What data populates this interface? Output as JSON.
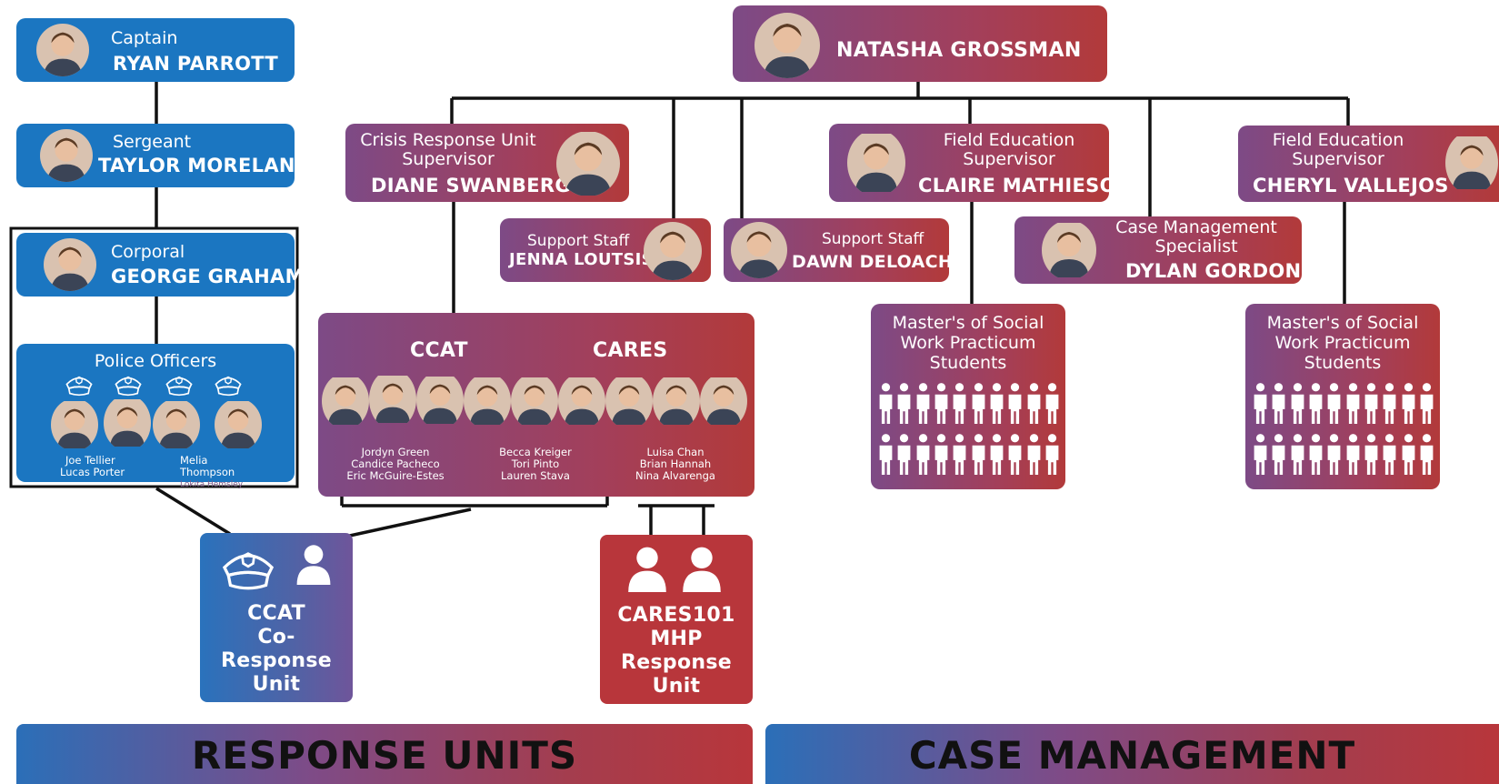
{
  "colors": {
    "blue": "#1b76c1",
    "purple": "#7d4a86",
    "red": "#b8363b"
  },
  "leaders": {
    "captain": {
      "role": "Captain",
      "name": "RYAN PARROTT"
    },
    "sergeant": {
      "role": "Sergeant",
      "name": "TAYLOR MORELAND"
    },
    "corporal": {
      "role": "Corporal",
      "name": "GEORGE GRAHAM"
    },
    "head": {
      "name": "NATASHA GROSSMAN"
    },
    "crisis": {
      "role": "Crisis Response Unit Supervisor",
      "name": "DIANE SWANBERG"
    },
    "field1": {
      "role": "Field Education Supervisor",
      "name": "CLAIRE MATHIESON"
    },
    "field2": {
      "role": "Field Education Supervisor",
      "name": "CHERYL VALLEJOS"
    },
    "support1": {
      "role": "Support Staff",
      "name": "JENNA LOUTSIS"
    },
    "support2": {
      "role": "Support Staff",
      "name": "DAWN DELOACH"
    },
    "casemgmt": {
      "role": "Case Management Specialist",
      "name": "DYLAN GORDON"
    }
  },
  "police": {
    "title": "Police Officers",
    "col1": [
      "Joe Tellier",
      "Lucas Porter"
    ],
    "col2": [
      "Melia",
      "Thompson",
      "Lokita Hemsley"
    ]
  },
  "teams": {
    "ccat_label": "CCAT",
    "cares_label": "CARES",
    "group1": [
      "Jordyn Green",
      "Candice Pacheco",
      "Eric McGuire-Estes"
    ],
    "group2": [
      "Becca Kreiger",
      "Tori Pinto",
      "Lauren Stava"
    ],
    "group3": [
      "Luisa Chan",
      "Brian Hannah",
      "Nina Alvarenga"
    ]
  },
  "students": {
    "label1": "Master's of Social Work Practicum Students",
    "label2": "Master's of Social Work Practicum Students"
  },
  "units": {
    "ccat": [
      "CCAT",
      "Co-",
      "Response",
      "Unit"
    ],
    "cares": [
      "CARES101",
      "MHP",
      "Response",
      "Unit"
    ]
  },
  "bands": {
    "left": "RESPONSE UNITS",
    "right": "CASE MANAGEMENT"
  }
}
